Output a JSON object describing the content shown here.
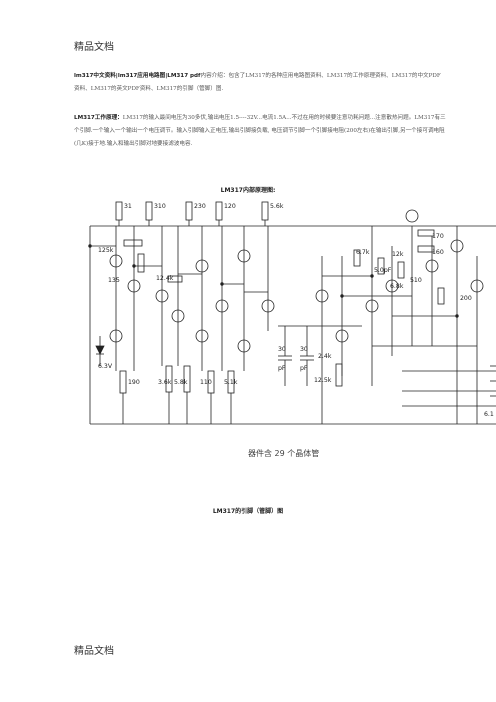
{
  "header": "精品文档",
  "footer": "精品文档",
  "intro": {
    "bold": "lm317中文资料|lm317应用电路图|LM317 pdf",
    "rest": "内容介绍：包含了LM317的各种应用电路图资料、LM317的工作原理资料、LM317的中文PDF资料、LM317的英文PDF资料、LM317的引脚（管脚）图."
  },
  "principle": {
    "bold": "LM317工作原理：",
    "rest": "LM317的输入最间电压为30多伏,输出电压1.5----32V...电流1.5A...不过在用的时候要注意功耗问题...注意散热问题。LM317有三个引脚.一个输入一个输出一个电压调节。输入引脚输入正电压,输出引脚接负载, 电压调节引脚一个引脚接电阻(200左右)在输出引脚,另一个接可调电阻(几K)接于地.输入和输出引脚对地要接滤波电容."
  },
  "caption_internal": "LM317内部原理图:",
  "caption_pinout": "LM317的引脚（管脚）图",
  "schematic": {
    "labels": [
      "31",
      "310",
      "230",
      "120",
      "5.6k",
      "125k",
      "135",
      "12.4k",
      "6.3V",
      "190",
      "3.6k",
      "5.8k",
      "110",
      "5.1k",
      "30",
      "pF",
      "30",
      "pF",
      "2.4k",
      "12.5k",
      "6.7k",
      "5.0pF",
      "12k",
      "6.8k",
      "510",
      "170",
      "160",
      "200",
      "6.1"
    ],
    "bottom_text": "器件含 29 个晶体管"
  }
}
